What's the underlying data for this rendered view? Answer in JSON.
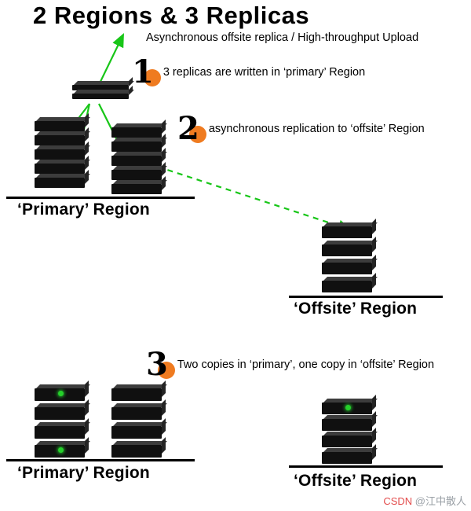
{
  "title": "2 Regions & 3 Replicas",
  "subtitle": "Asynchronous offsite replica / High-throughput Upload",
  "steps": [
    {
      "num": "1",
      "text": "3 replicas are written in ‘primary’ Region"
    },
    {
      "num": "2",
      "text": "asynchronous replication to ‘offsite’ Region"
    },
    {
      "num": "3",
      "text": "Two copies in ‘primary’, one copy in ‘offsite’ Region"
    }
  ],
  "regions": {
    "primary_top": "‘Primary’ Region",
    "offsite_top": "‘Offsite’ Region",
    "primary_bottom": "‘Primary’ Region",
    "offsite_bottom": "‘Offsite’ Region"
  },
  "watermark": {
    "brand": "CSDN",
    "handle": "@江中散人"
  },
  "icons": {
    "server_stack": "server-stack-icon",
    "upload_device": "upload-device-icon",
    "led": "green-led-icon"
  },
  "colors": {
    "arrow_green": "#18c618",
    "badge_orange": "#ef7b20",
    "server_black": "#101010",
    "watermark_red": "#e34d4d",
    "watermark_gray": "#9aa0a6"
  }
}
